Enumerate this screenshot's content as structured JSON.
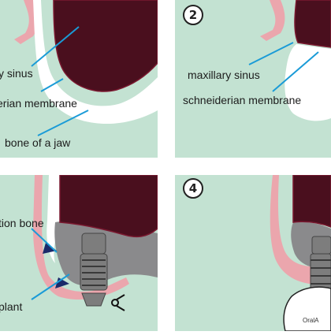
{
  "colors": {
    "panel_bg": "#c3e2d2",
    "sinus": "#4a0f1e",
    "sinus_outline": "#7a1930",
    "membrane": "#ffffff",
    "gum": "#eba6ad",
    "bone_graft": "#8a8a8c",
    "implant": "#7d7d7d",
    "pointer": "#1a9bd7"
  },
  "panels": [
    {
      "labels": {
        "sinus": "y sinus",
        "membrane": "erian membrane",
        "bone": "bone of a jaw"
      }
    },
    {
      "step": "2",
      "labels": {
        "sinus": "maxillary sinus",
        "membrane": "schneiderian membrane"
      }
    },
    {
      "step": "",
      "labels": {
        "bone": "tion bone",
        "implant": "plant"
      }
    },
    {
      "step": "4",
      "credit": "OralA"
    }
  ]
}
